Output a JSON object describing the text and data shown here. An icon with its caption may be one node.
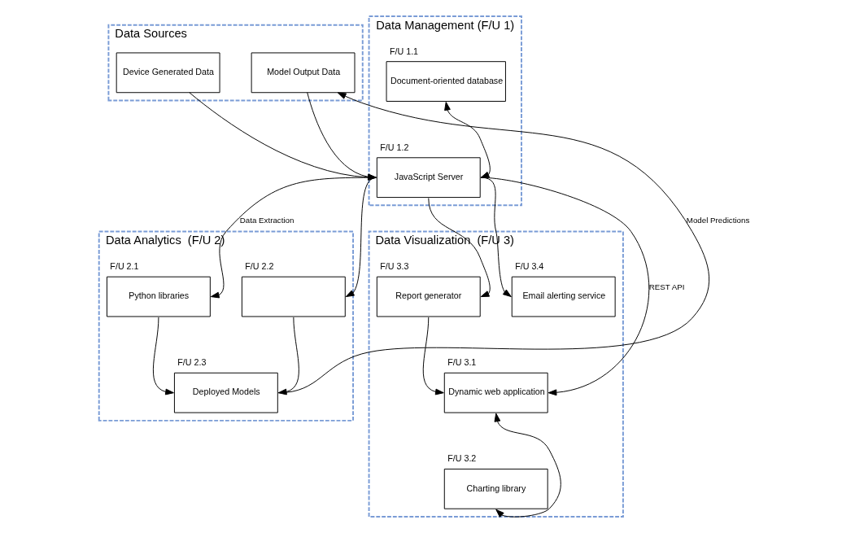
{
  "diagram": {
    "nodes": [
      {
        "text": [
          "Data Sources"
        ]
      },
      {
        "text": [
          "Device Generated Data"
        ],
        "in": 0
      },
      {
        "text": [
          "Model Output Data"
        ],
        "in": 0
      },
      {
        "text": [
          "Data Management (F/U 1)"
        ]
      },
      {
        "text": [
          "Document-oriented database"
        ],
        "in": 3,
        "beside": [
          "F/U 1.1"
        ]
      },
      {
        "text": [
          "JavaScript Server"
        ],
        "in": 3,
        "beside": [
          "F/U 1.2"
        ]
      },
      {
        "text": [
          "Data Analytics  (F/U 2)"
        ]
      },
      {
        "text": [
          "Python libraries"
        ],
        "in": 6,
        "beside": [
          "F/U 2.1"
        ]
      },
      {
        "text": [],
        "shape": "box",
        "in": 6,
        "beside": [
          "F/U 2.2"
        ]
      },
      {
        "text": [
          "Deployed Models"
        ],
        "in": 6,
        "beside": [
          "F/U 2.3"
        ]
      },
      {
        "text": [
          "Data Visualization  (F/U 3)"
        ]
      },
      {
        "text": [
          "Dynamic web application"
        ],
        "in": 10,
        "beside": [
          "F/U 3.1"
        ]
      },
      {
        "text": [
          "Charting library"
        ],
        "in": 10,
        "beside": [
          "F/U 3.2"
        ]
      },
      {
        "text": [
          "Report generator"
        ],
        "in": 10,
        "beside": [
          "F/U 3.3"
        ]
      },
      {
        "text": [
          "Email alerting service"
        ],
        "in": 10,
        "beside": [
          "F/U 3.4"
        ]
      }
    ],
    "edges": [
      {
        "from": 1,
        "to": 5,
        "arrow": "to"
      },
      {
        "from": 2,
        "to": 5,
        "arrow": "to"
      },
      {
        "from": 4,
        "to": 5,
        "arrow": "both"
      },
      {
        "from": 5,
        "to": 7,
        "arrow": "to",
        "label": "Data Extraction"
      },
      {
        "from": 5,
        "to": 8,
        "arrow": "to"
      },
      {
        "from": 5,
        "to": 11,
        "arrow": "to",
        "label": "REST API"
      },
      {
        "from": 5,
        "to": 13,
        "arrow": "to"
      },
      {
        "from": 5,
        "to": 14,
        "arrow": "to"
      },
      {
        "from": 7,
        "to": 9,
        "arrow": "to"
      },
      {
        "from": 8,
        "to": 9,
        "arrow": "to"
      },
      {
        "from": 9,
        "to": 2,
        "arrow": "to",
        "label": "Model Predictions"
      },
      {
        "from": 13,
        "to": 11,
        "arrow": "to"
      },
      {
        "from": 11,
        "to": 12,
        "arrow": "both"
      }
    ]
  }
}
